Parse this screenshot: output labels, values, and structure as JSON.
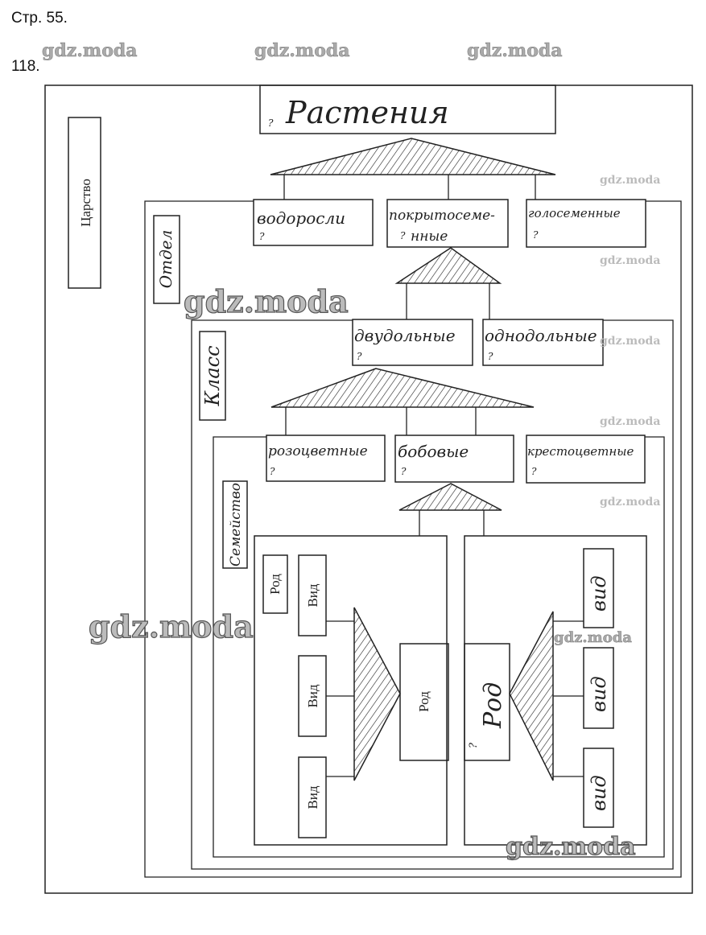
{
  "header": {
    "page": "Стр. 55.",
    "task_number": "118."
  },
  "watermark": "gdz.moda",
  "kingdom": {
    "level_label": "Царство",
    "answer": "Растения"
  },
  "division": {
    "level_label": "Отдел",
    "items": [
      "водоросли",
      "покрытосеме-",
      "нные",
      "голосеменные"
    ]
  },
  "class": {
    "level_label": "Класс",
    "items": [
      "двудольные",
      "однодольные"
    ]
  },
  "family": {
    "level_label": "Семейство",
    "items": [
      "розоцветные",
      "бобовые",
      "крестоцветные"
    ]
  },
  "genus_left": {
    "genus_label": "Род",
    "species_labels": [
      "Вид",
      "Вид",
      "Вид"
    ],
    "genus_box": "Род"
  },
  "genus_right": {
    "genus_box": "Род",
    "species_labels": [
      "вид",
      "вид",
      "вид"
    ]
  },
  "question_mark": "?"
}
